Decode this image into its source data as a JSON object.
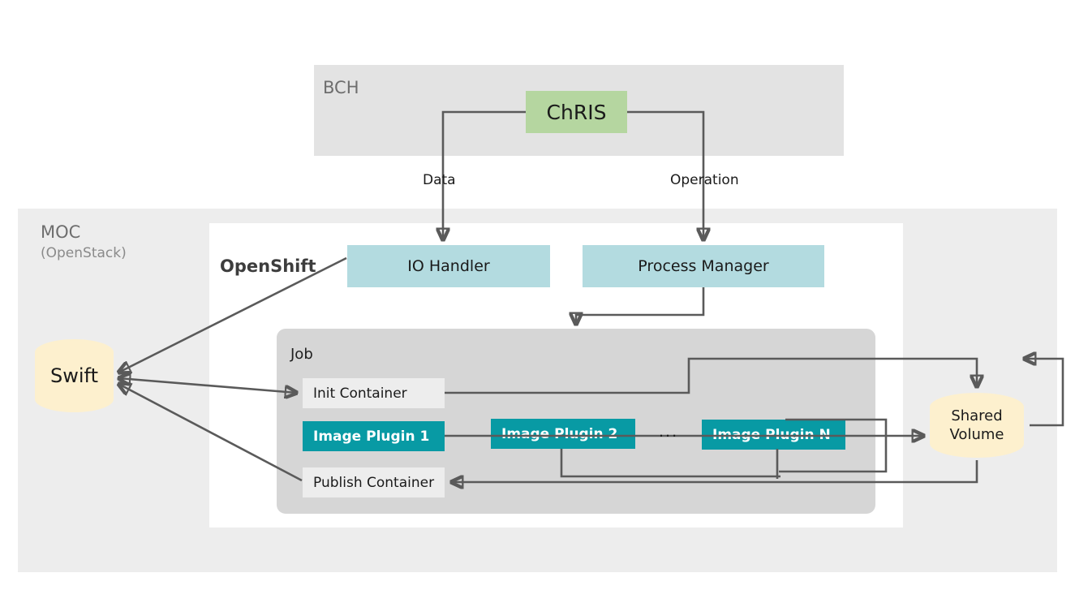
{
  "diagram": {
    "title": "ChRIS on MOC OpenShift architecture",
    "type": "architecture-block-diagram"
  },
  "regions": {
    "bch": {
      "title": "BCH"
    },
    "moc": {
      "title": "MOC",
      "subtitle": "(OpenStack)"
    },
    "openshift": {
      "title": "OpenShift"
    },
    "job": {
      "title": "Job"
    }
  },
  "nodes": {
    "chris": {
      "label": "ChRIS",
      "color": "#b5d6a0",
      "kind": "application"
    },
    "io_handler": {
      "label": "IO Handler",
      "color": "#b3dbe0",
      "kind": "service"
    },
    "process_manager": {
      "label": "Process Manager",
      "color": "#b3dbe0",
      "kind": "service"
    },
    "init_container": {
      "label": "Init Container",
      "color": "#ededed",
      "kind": "container"
    },
    "image_plugin_1": {
      "label": "Image Plugin 1",
      "color": "#089aa4",
      "kind": "plugin"
    },
    "image_plugin_2": {
      "label": "Image Plugin 2",
      "color": "#089aa4",
      "kind": "plugin"
    },
    "image_plugin_n": {
      "label": "Image Plugin N",
      "color": "#089aa4",
      "kind": "plugin"
    },
    "publish_container": {
      "label": "Publish Container",
      "color": "#ededed",
      "kind": "container"
    },
    "swift": {
      "label": "Swift",
      "color": "#fdf0ce",
      "kind": "object-storage"
    },
    "shared_volume": {
      "label_line1": "Shared",
      "label_line2": "Volume",
      "color": "#fdf0ce",
      "kind": "volume"
    }
  },
  "edge_labels": {
    "data": "Data",
    "operation": "Operation",
    "plugin_ellipsis": "..."
  },
  "edges": [
    {
      "from": "chris",
      "to": "io_handler",
      "label": "Data",
      "arrow": "to"
    },
    {
      "from": "chris",
      "to": "process_manager",
      "label": "Operation",
      "arrow": "to"
    },
    {
      "from": "process_manager",
      "to": "job",
      "label": "",
      "arrow": "to"
    },
    {
      "from": "io_handler",
      "to": "swift",
      "label": "",
      "arrow": "to"
    },
    {
      "from": "swift",
      "to": "init_container",
      "label": "",
      "arrow": "both"
    },
    {
      "from": "publish_container",
      "to": "swift",
      "label": "",
      "arrow": "to"
    },
    {
      "from": "init_container",
      "to": "shared_volume",
      "label": "",
      "arrow": "to"
    },
    {
      "from": "image_plugin_1",
      "to": "image_plugin_2",
      "label": "",
      "arrow": "none"
    },
    {
      "from": "image_plugin_2",
      "to": "image_plugin_n",
      "label": "",
      "arrow": "none"
    },
    {
      "from": "image_plugin_n",
      "to": "shared_volume",
      "label": "",
      "arrow": "to"
    },
    {
      "from": "shared_volume",
      "to": "image_plugin_n",
      "label": "",
      "arrow": "to"
    },
    {
      "from": "shared_volume",
      "to": "publish_container",
      "label": "",
      "arrow": "to"
    },
    {
      "from": "image_plugin_2",
      "to": "publish_container",
      "label": "",
      "arrow": "to"
    }
  ],
  "colors": {
    "region_bch": "#e3e3e3",
    "region_moc": "#ededed",
    "region_openshift": "#ffffff",
    "region_job": "#d6d6d6",
    "edge_stroke": "#5a5a5a",
    "accent_teal": "#089aa4",
    "accent_blue": "#b3dbe0",
    "accent_green": "#b5d6a0",
    "accent_cream": "#fdf0ce"
  }
}
